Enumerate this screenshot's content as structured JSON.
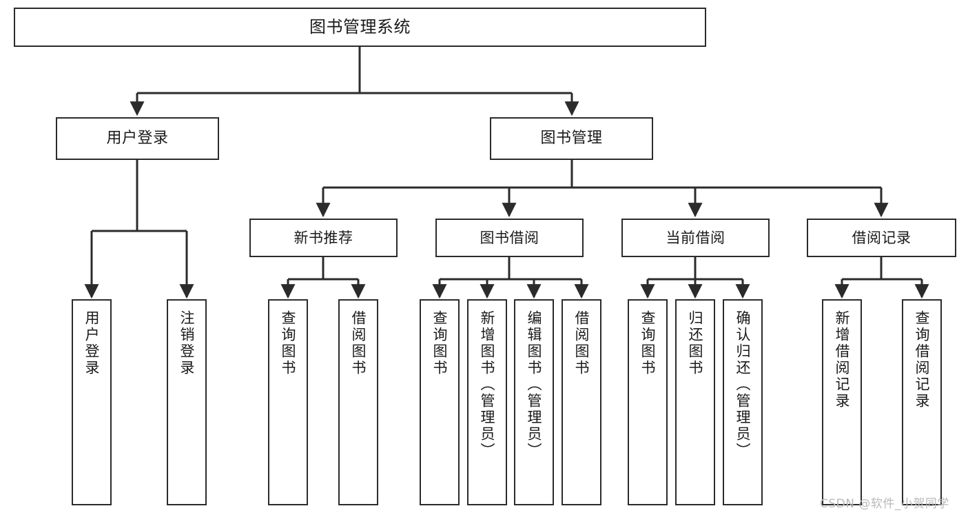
{
  "diagram": {
    "title": "图书管理系统",
    "type": "tree",
    "watermark": "CSDN @软件_小贺同学",
    "colors": {
      "stroke": "#2b2b2b",
      "fill": "#ffffff",
      "text": "#1a1a1a",
      "watermark": "#b9b9b9"
    },
    "root": {
      "label": "图书管理系统"
    },
    "level_one": [
      {
        "label": "用户登录"
      },
      {
        "label": "图书管理"
      }
    ],
    "level_two": [
      {
        "label": "新书推荐"
      },
      {
        "label": "图书借阅"
      },
      {
        "label": "当前借阅"
      },
      {
        "label": "借阅记录"
      }
    ],
    "groups": [
      {
        "parent": "用户登录",
        "leaves": [
          {
            "label": "用户登录"
          },
          {
            "label": "注销登录"
          }
        ]
      },
      {
        "parent": "新书推荐",
        "leaves": [
          {
            "label": "查询图书"
          },
          {
            "label": "借阅图书"
          }
        ]
      },
      {
        "parent": "图书借阅",
        "leaves": [
          {
            "label": "查询图书"
          },
          {
            "label": "新增图书（管理员）"
          },
          {
            "label": "编辑图书（管理员）"
          },
          {
            "label": "借阅图书"
          }
        ]
      },
      {
        "parent": "当前借阅",
        "leaves": [
          {
            "label": "查询图书"
          },
          {
            "label": "归还图书"
          },
          {
            "label": "确认归还（管理员）"
          }
        ]
      },
      {
        "parent": "借阅记录",
        "leaves": [
          {
            "label": "新增借阅记录"
          },
          {
            "label": "查询借阅记录"
          }
        ]
      }
    ]
  }
}
